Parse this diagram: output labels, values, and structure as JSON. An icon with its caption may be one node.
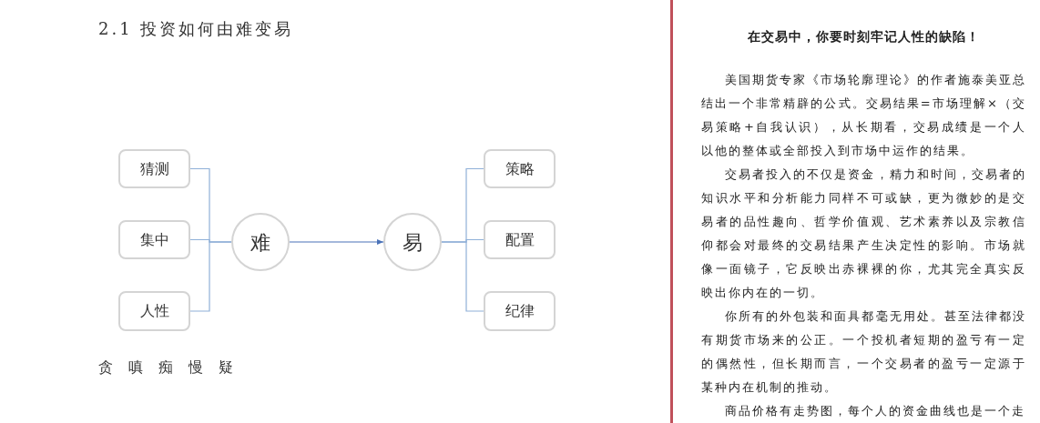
{
  "diagram": {
    "title": "2.1 投资如何由难变易",
    "nodes": [
      {
        "text": [
          "猜测"
        ]
      },
      {
        "text": [
          "集中"
        ]
      },
      {
        "text": [
          "人性"
        ]
      },
      {
        "text": [
          "难"
        ]
      },
      {
        "text": [
          "易"
        ]
      },
      {
        "text": [
          "策略"
        ]
      },
      {
        "text": [
          "配置"
        ]
      },
      {
        "text": [
          "纪律"
        ]
      }
    ],
    "edges": [
      {
        "from": 0,
        "to": 3,
        "arrow": "none"
      },
      {
        "from": 1,
        "to": 3,
        "arrow": "none"
      },
      {
        "from": 2,
        "to": 3,
        "arrow": "none"
      },
      {
        "from": 3,
        "to": 4,
        "arrow": "to",
        "color": "#4a72b8"
      },
      {
        "from": 4,
        "to": 5,
        "arrow": "none"
      },
      {
        "from": 4,
        "to": 6,
        "arrow": "none"
      },
      {
        "from": 4,
        "to": 7,
        "arrow": "none"
      }
    ],
    "labels": [
      "贪 嗔 痴 慢 疑",
      "在交易中，你要时刻牢记人性的缺陷！",
      "美国期货专家《市场轮廓理论》的作者施泰美亚总结出一个非常精辟的公式。交易结果=市场理解×（交易策略+自我认识），从长期看，交易成绩是一个人以他的整体或全部投入到市场中运作的结果。",
      "交易者投入的不仅是资金，精力和时间，交易者的知识水平和分析能力同样不可或缺，更为微妙的是交易者的品性趣向、哲学价值观、艺术素养以及宗教信仰都会对最终的交易结果产生决定性的影响。市场就像一面镜子，它反映出赤裸裸的你，尤其完全真实反映出你内在的一切。",
      "你所有的外包装和面具都毫无用处。甚至法律都没有期货市场来的公正。一个投机者短期的盈亏有一定的偶然性，但长期而言，一个交易者的盈亏一定源于某种内在机制的推动。",
      "商品价格有走势图，每个人的资金曲线也是一个走"
    ]
  }
}
